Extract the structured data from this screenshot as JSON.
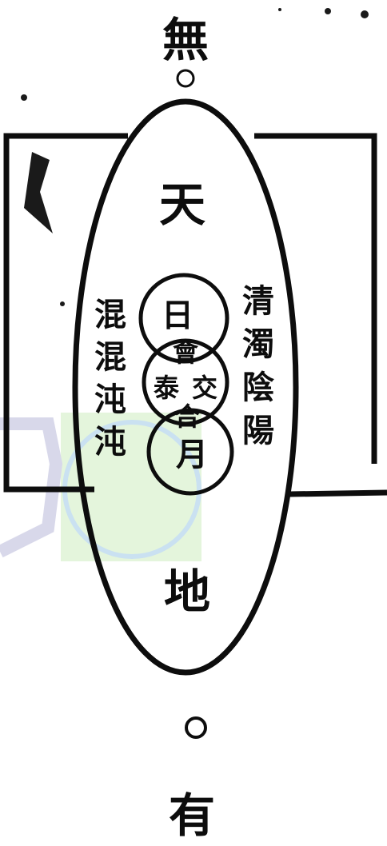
{
  "top_label": "無",
  "bottom_label": "有",
  "heaven": "天",
  "earth": "地",
  "sun": "日",
  "moon": "月",
  "center_top": "會",
  "center_left": "泰",
  "center_right": "交",
  "center_bottom": "合",
  "left_column": [
    "混",
    "混",
    "沌",
    "沌"
  ],
  "right_column": [
    "清",
    "濁",
    "陰",
    "陽"
  ],
  "colors": {
    "ink": "#0d0d0d",
    "paper": "#ffffff",
    "watermark": "#9fc9e6",
    "watermark_green": "#c9efb5"
  }
}
